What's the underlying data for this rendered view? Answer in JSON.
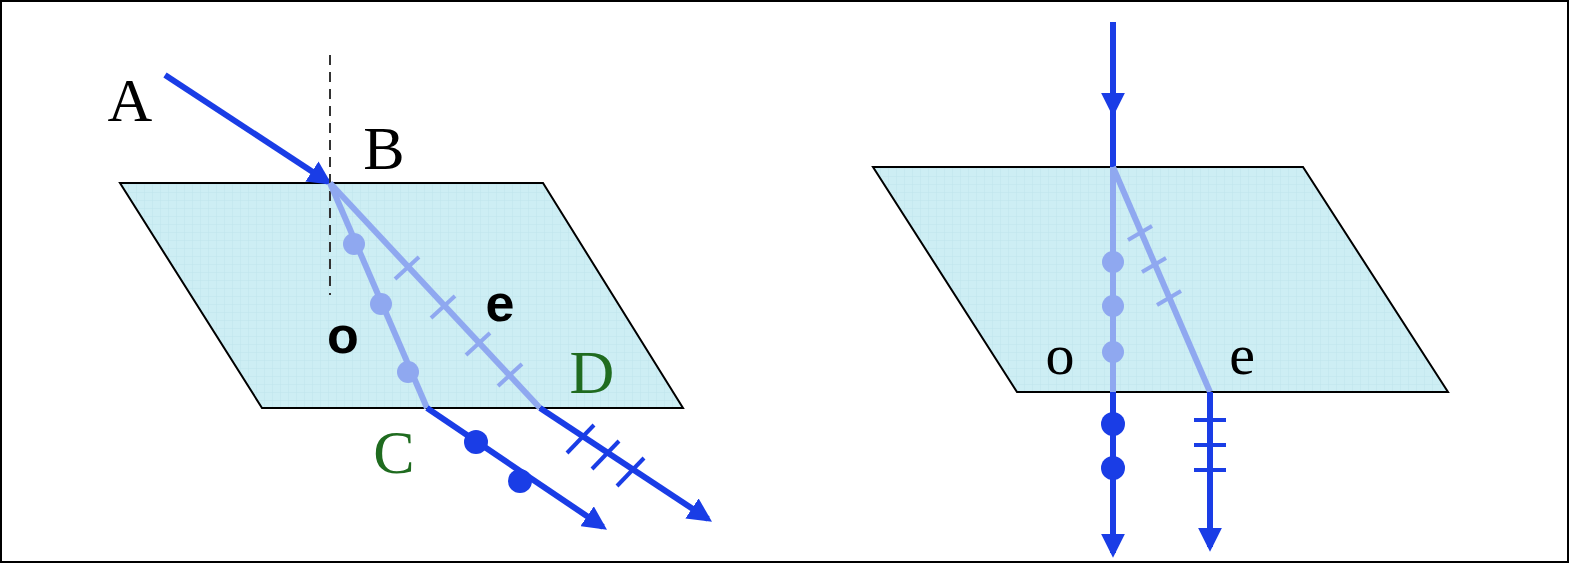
{
  "diagram": {
    "labels": [
      "A",
      "B",
      "o",
      "e",
      "D",
      "C",
      "o",
      "e"
    ]
  }
}
